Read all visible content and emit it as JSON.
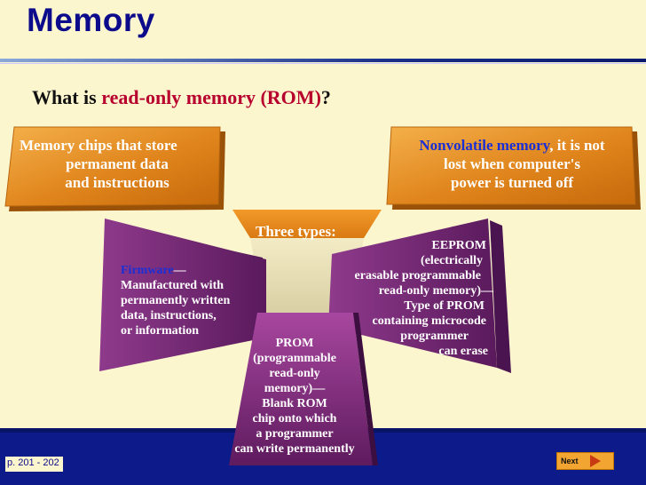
{
  "header": {
    "title": "Memory"
  },
  "question": {
    "prefix": "What is ",
    "highlight": "read-only memory (ROM)",
    "suffix": "?"
  },
  "callouts": {
    "left": {
      "line1": "Memory chips that store",
      "line2": "permanent data",
      "line3": "and instructions"
    },
    "right": {
      "highlight": "Nonvolatile memory",
      "rest1": ", it is not",
      "line2": "lost when computer's",
      "line3": "power is turned off"
    }
  },
  "center": {
    "label": "Three types:"
  },
  "types": {
    "firmware": {
      "highlight": "Firmware",
      "dash": "—",
      "lines": [
        "Manufactured with",
        "permanently written",
        "data, instructions,",
        "or information"
      ]
    },
    "eeprom": {
      "lines": [
        "EEPROM",
        "(electrically",
        "erasable programmable",
        "read-only memory)—",
        "Type of PROM",
        "containing microcode",
        "programmer",
        "can erase"
      ]
    },
    "prom": {
      "lines": [
        "PROM",
        "(programmable",
        "read-only",
        "memory)—",
        "Blank ROM",
        "chip onto which",
        "a programmer",
        "can write permanently"
      ]
    }
  },
  "footer": {
    "page_ref": "p. 201 - 202",
    "next_label": "Next"
  },
  "colors": {
    "title": "#0b0b8c",
    "highlight_red": "#b8002e",
    "highlight_blue": "#1a2fd6",
    "orange": "#e38a1f",
    "purple": "#7a2a7a",
    "bar": "#0c1a8a"
  }
}
